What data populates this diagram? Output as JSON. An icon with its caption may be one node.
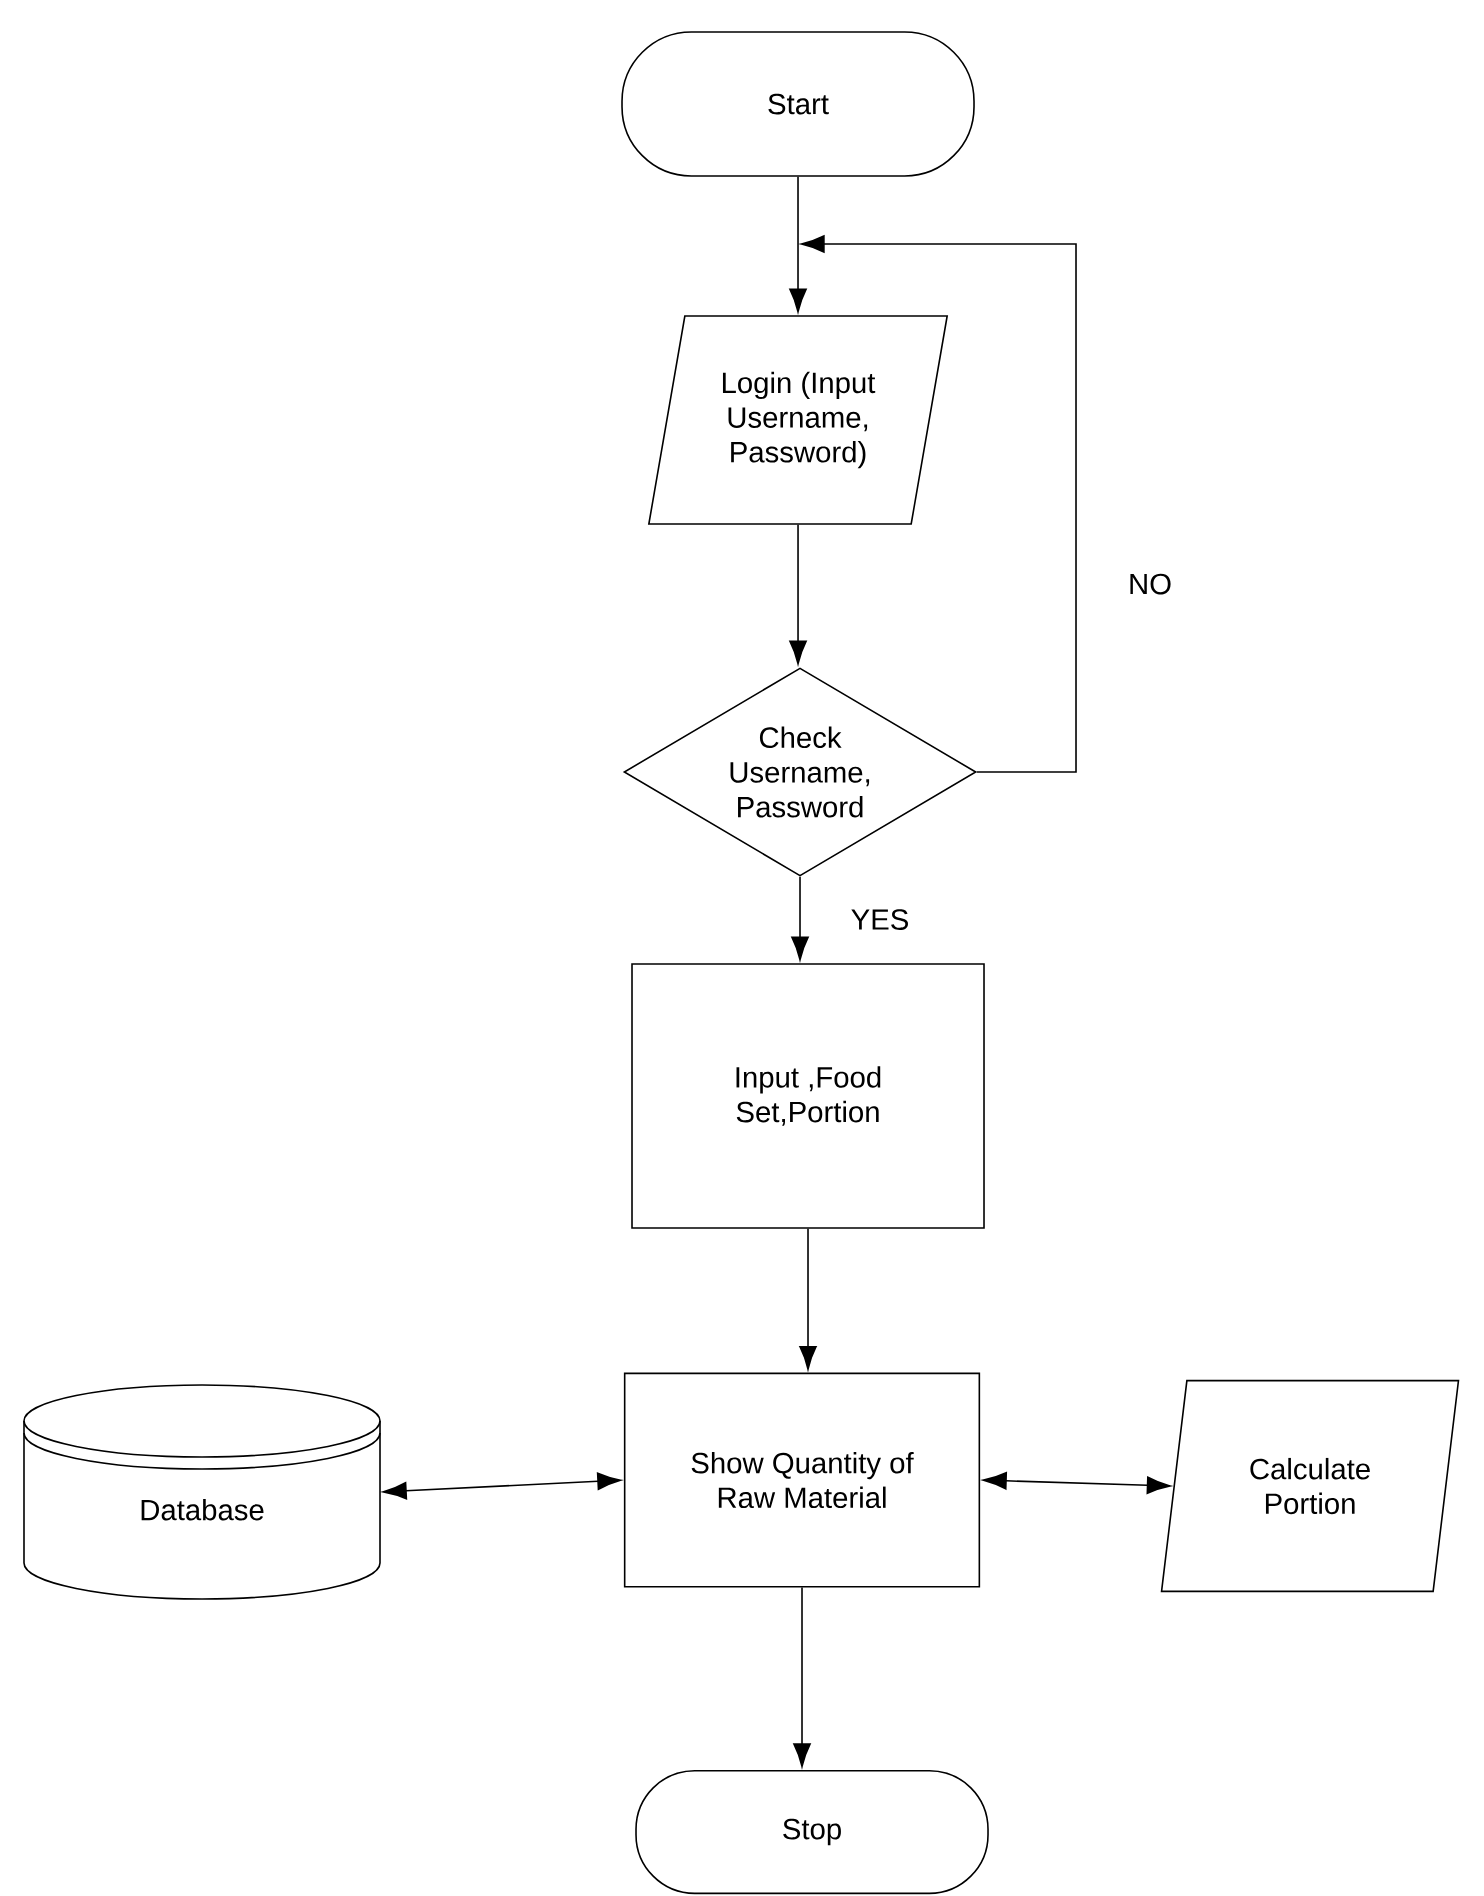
{
  "diagram": {
    "nodes": [
      {
        "text": [
          "Start"
        ]
      },
      {
        "text": [
          "Login (Input Username, Password)"
        ]
      },
      {
        "text": [
          "Check Username, Password"
        ]
      },
      {
        "text": [
          "Input ,Food Set,Portion"
        ]
      },
      {
        "text": [
          "Show Quantity of Raw Material"
        ]
      },
      {
        "text": [
          "Database"
        ]
      },
      {
        "text": [
          "Calculate Portion"
        ]
      },
      {
        "text": [
          "Stop"
        ]
      }
    ],
    "edges": [
      {
        "from": 0,
        "to": 1,
        "arrow": "to"
      },
      {
        "from": 1,
        "to": 2,
        "arrow": "to"
      },
      {
        "from": 2,
        "to": 1,
        "arrow": "to",
        "label": "NO"
      },
      {
        "from": 2,
        "to": 3,
        "arrow": "to",
        "label": "YES"
      },
      {
        "from": 3,
        "to": 4,
        "arrow": "to"
      },
      {
        "from": 4,
        "to": 5,
        "arrow": "both"
      },
      {
        "from": 4,
        "to": 6,
        "arrow": "both"
      },
      {
        "from": 4,
        "to": 7,
        "arrow": "to"
      }
    ]
  }
}
